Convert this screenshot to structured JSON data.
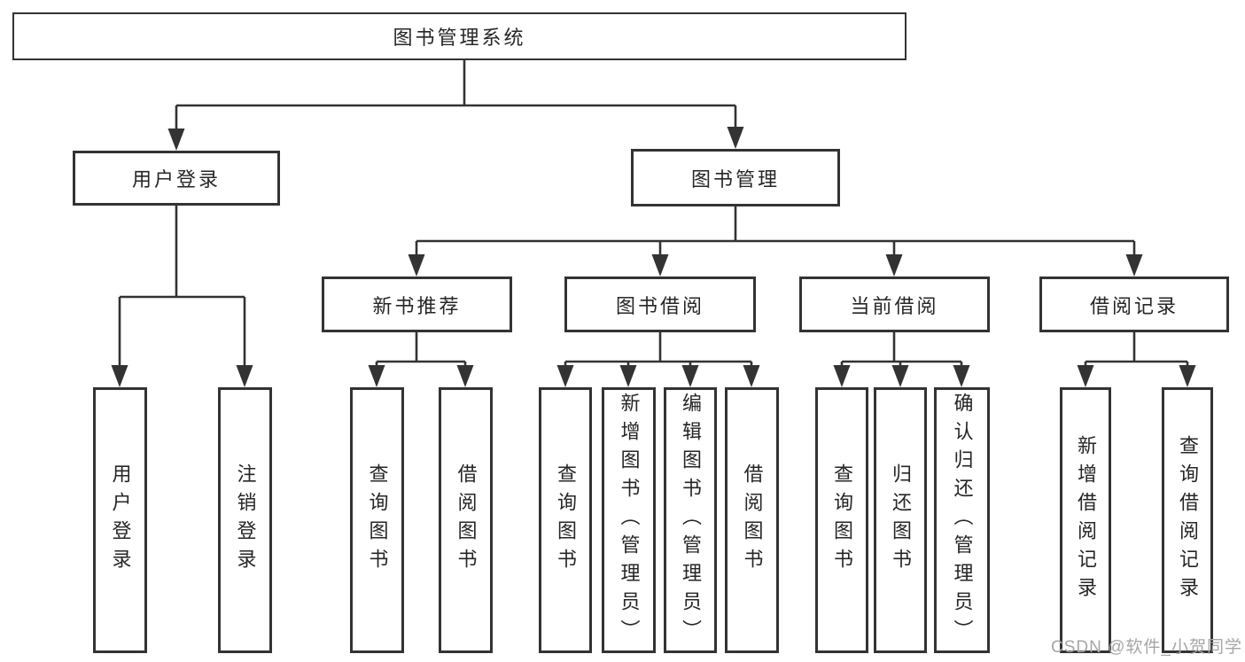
{
  "diagram_title": "图书管理系统",
  "colors": {
    "line": "#333333",
    "box_border": "#333333",
    "box_fill": "#ffffff",
    "text": "#262626",
    "watermark": "#a6a6a6",
    "background": "#ffffff"
  },
  "tree": {
    "label": "图书管理系统",
    "children": [
      {
        "label": "用户登录",
        "children": [
          {
            "label": "用户登录"
          },
          {
            "label": "注销登录"
          }
        ]
      },
      {
        "label": "图书管理",
        "children": [
          {
            "label": "新书推荐",
            "children": [
              {
                "label": "查询图书"
              },
              {
                "label": "借阅图书"
              }
            ]
          },
          {
            "label": "图书借阅",
            "children": [
              {
                "label": "查询图书"
              },
              {
                "label": "新增图书（管理员）"
              },
              {
                "label": "编辑图书（管理员）"
              },
              {
                "label": "借阅图书"
              }
            ]
          },
          {
            "label": "当前借阅",
            "children": [
              {
                "label": "查询图书"
              },
              {
                "label": "归还图书"
              },
              {
                "label": "确认归还（管理员）"
              }
            ]
          },
          {
            "label": "借阅记录",
            "children": [
              {
                "label": "新增借阅记录"
              },
              {
                "label": "查询借阅记录"
              }
            ]
          }
        ]
      }
    ]
  },
  "watermark": "CSDN @软件_小贺同学"
}
